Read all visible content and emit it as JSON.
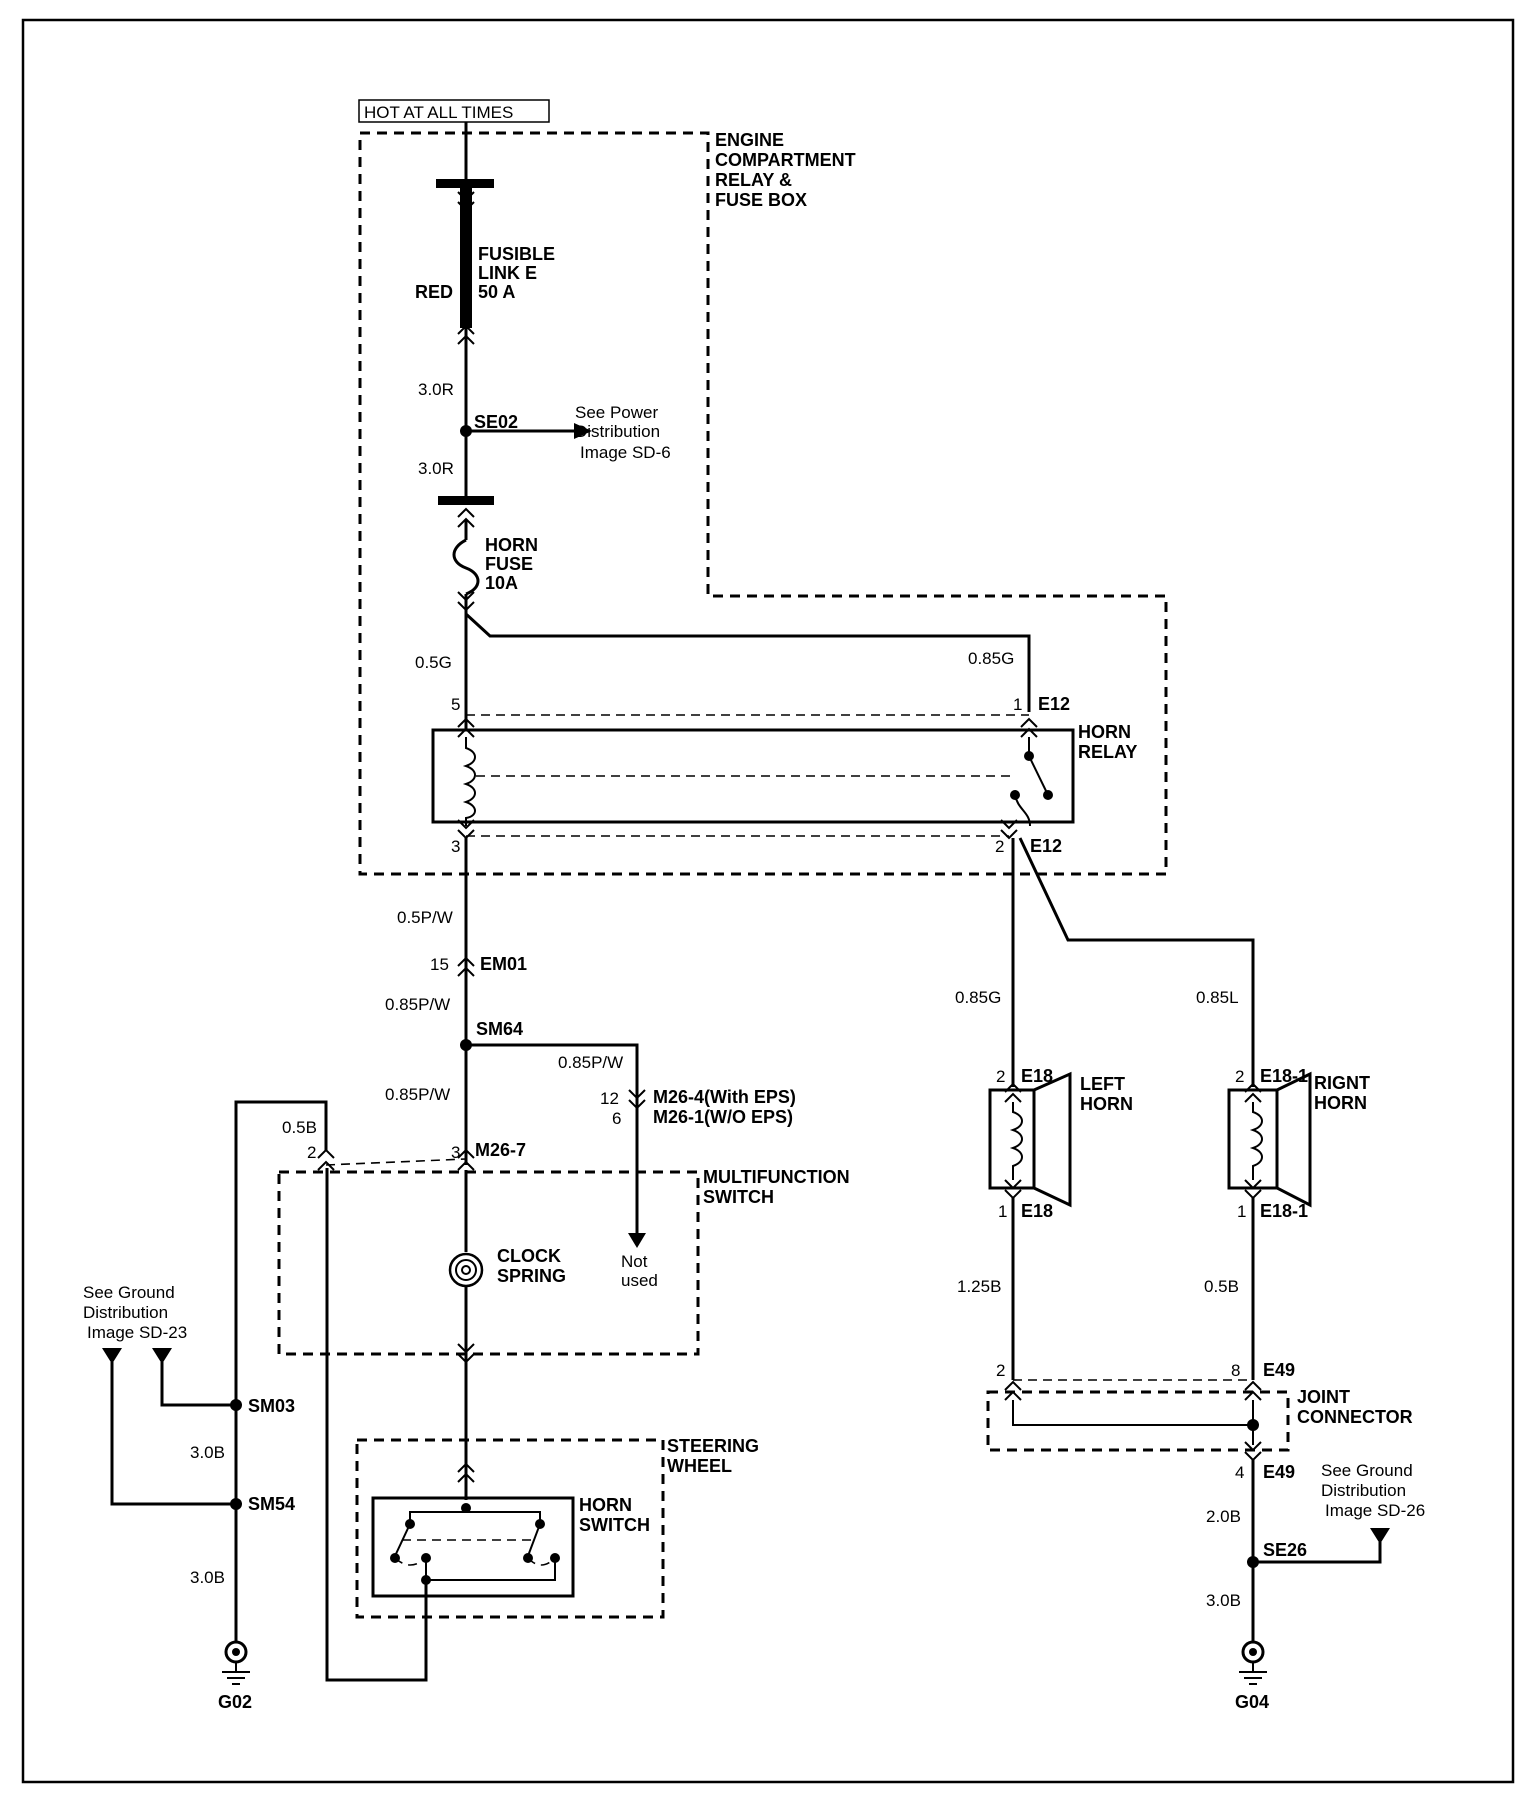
{
  "hot_label": "HOT AT ALL TIMES",
  "engine_box": [
    "ENGINE",
    "COMPARTMENT",
    "RELAY &",
    "FUSE BOX"
  ],
  "fusible_link": {
    "lines": [
      "FUSIBLE",
      "LINK E",
      "50 A"
    ],
    "color": "RED"
  },
  "wires": {
    "w1": "3.0R",
    "w2": "3.0R",
    "w3": "0.5G",
    "w4": "0.85G",
    "w5": "0.5P/W",
    "w6": "0.85P/W",
    "w7": "0.85P/W",
    "w8": "0.85P/W",
    "w9": "0.5B",
    "w10": "3.0B",
    "w11": "3.0B",
    "w12": "0.85G",
    "w13": "0.85L",
    "w14": "1.25B",
    "w15": "0.5B",
    "w16": "2.0B",
    "w17": "3.0B"
  },
  "se02": {
    "label": "SE02",
    "ref": [
      "See Power",
      "Distribution",
      "Image SD-6"
    ]
  },
  "horn_fuse": [
    "HORN",
    "FUSE",
    "10A"
  ],
  "horn_relay": {
    "label": [
      "HORN",
      "RELAY"
    ],
    "pin5": "5",
    "pin1": "1",
    "conn1": "E12",
    "pin3": "3",
    "pin2": "2",
    "conn2": "E12"
  },
  "em01": {
    "pin": "15",
    "label": "EM01"
  },
  "sm64": "SM64",
  "m26_branch": {
    "pin12": "12",
    "label1": "M26-4(With EPS)",
    "pin6": "6",
    "label2": "M26-1(W/O EPS)",
    "not_used": [
      "Not",
      "used"
    ]
  },
  "m26_7": {
    "pin2": "2",
    "pin3": "3",
    "label": "M26-7"
  },
  "multifunction": [
    "MULTIFUNCTION",
    "SWITCH"
  ],
  "clock_spring": [
    "CLOCK",
    "SPRING"
  ],
  "steering_wheel": [
    "STEERING",
    "WHEEL"
  ],
  "horn_switch": [
    "HORN",
    "SWITCH"
  ],
  "ground_ref_left": [
    "See Ground",
    "Distribution",
    "Image SD-23"
  ],
  "sm03": "SM03",
  "sm54": "SM54",
  "g02": "G02",
  "left_horn": {
    "label": [
      "LEFT",
      "HORN"
    ],
    "pin_top": "2",
    "conn_top": "E18",
    "pin_bot": "1",
    "conn_bot": "E18"
  },
  "right_horn": {
    "label": [
      "RIGNT",
      "HORN"
    ],
    "pin_top": "2",
    "conn_top": "E18-1",
    "pin_bot": "1",
    "conn_bot": "E18-1"
  },
  "joint_connector": {
    "label": [
      "JOINT",
      "CONNECTOR"
    ],
    "pin2": "2",
    "pin8": "8",
    "conn": "E49",
    "pin4": "4",
    "conn2": "E49"
  },
  "ground_ref_right": [
    "See Ground",
    "Distribution",
    "Image SD-26"
  ],
  "se26": "SE26",
  "g04": "G04"
}
